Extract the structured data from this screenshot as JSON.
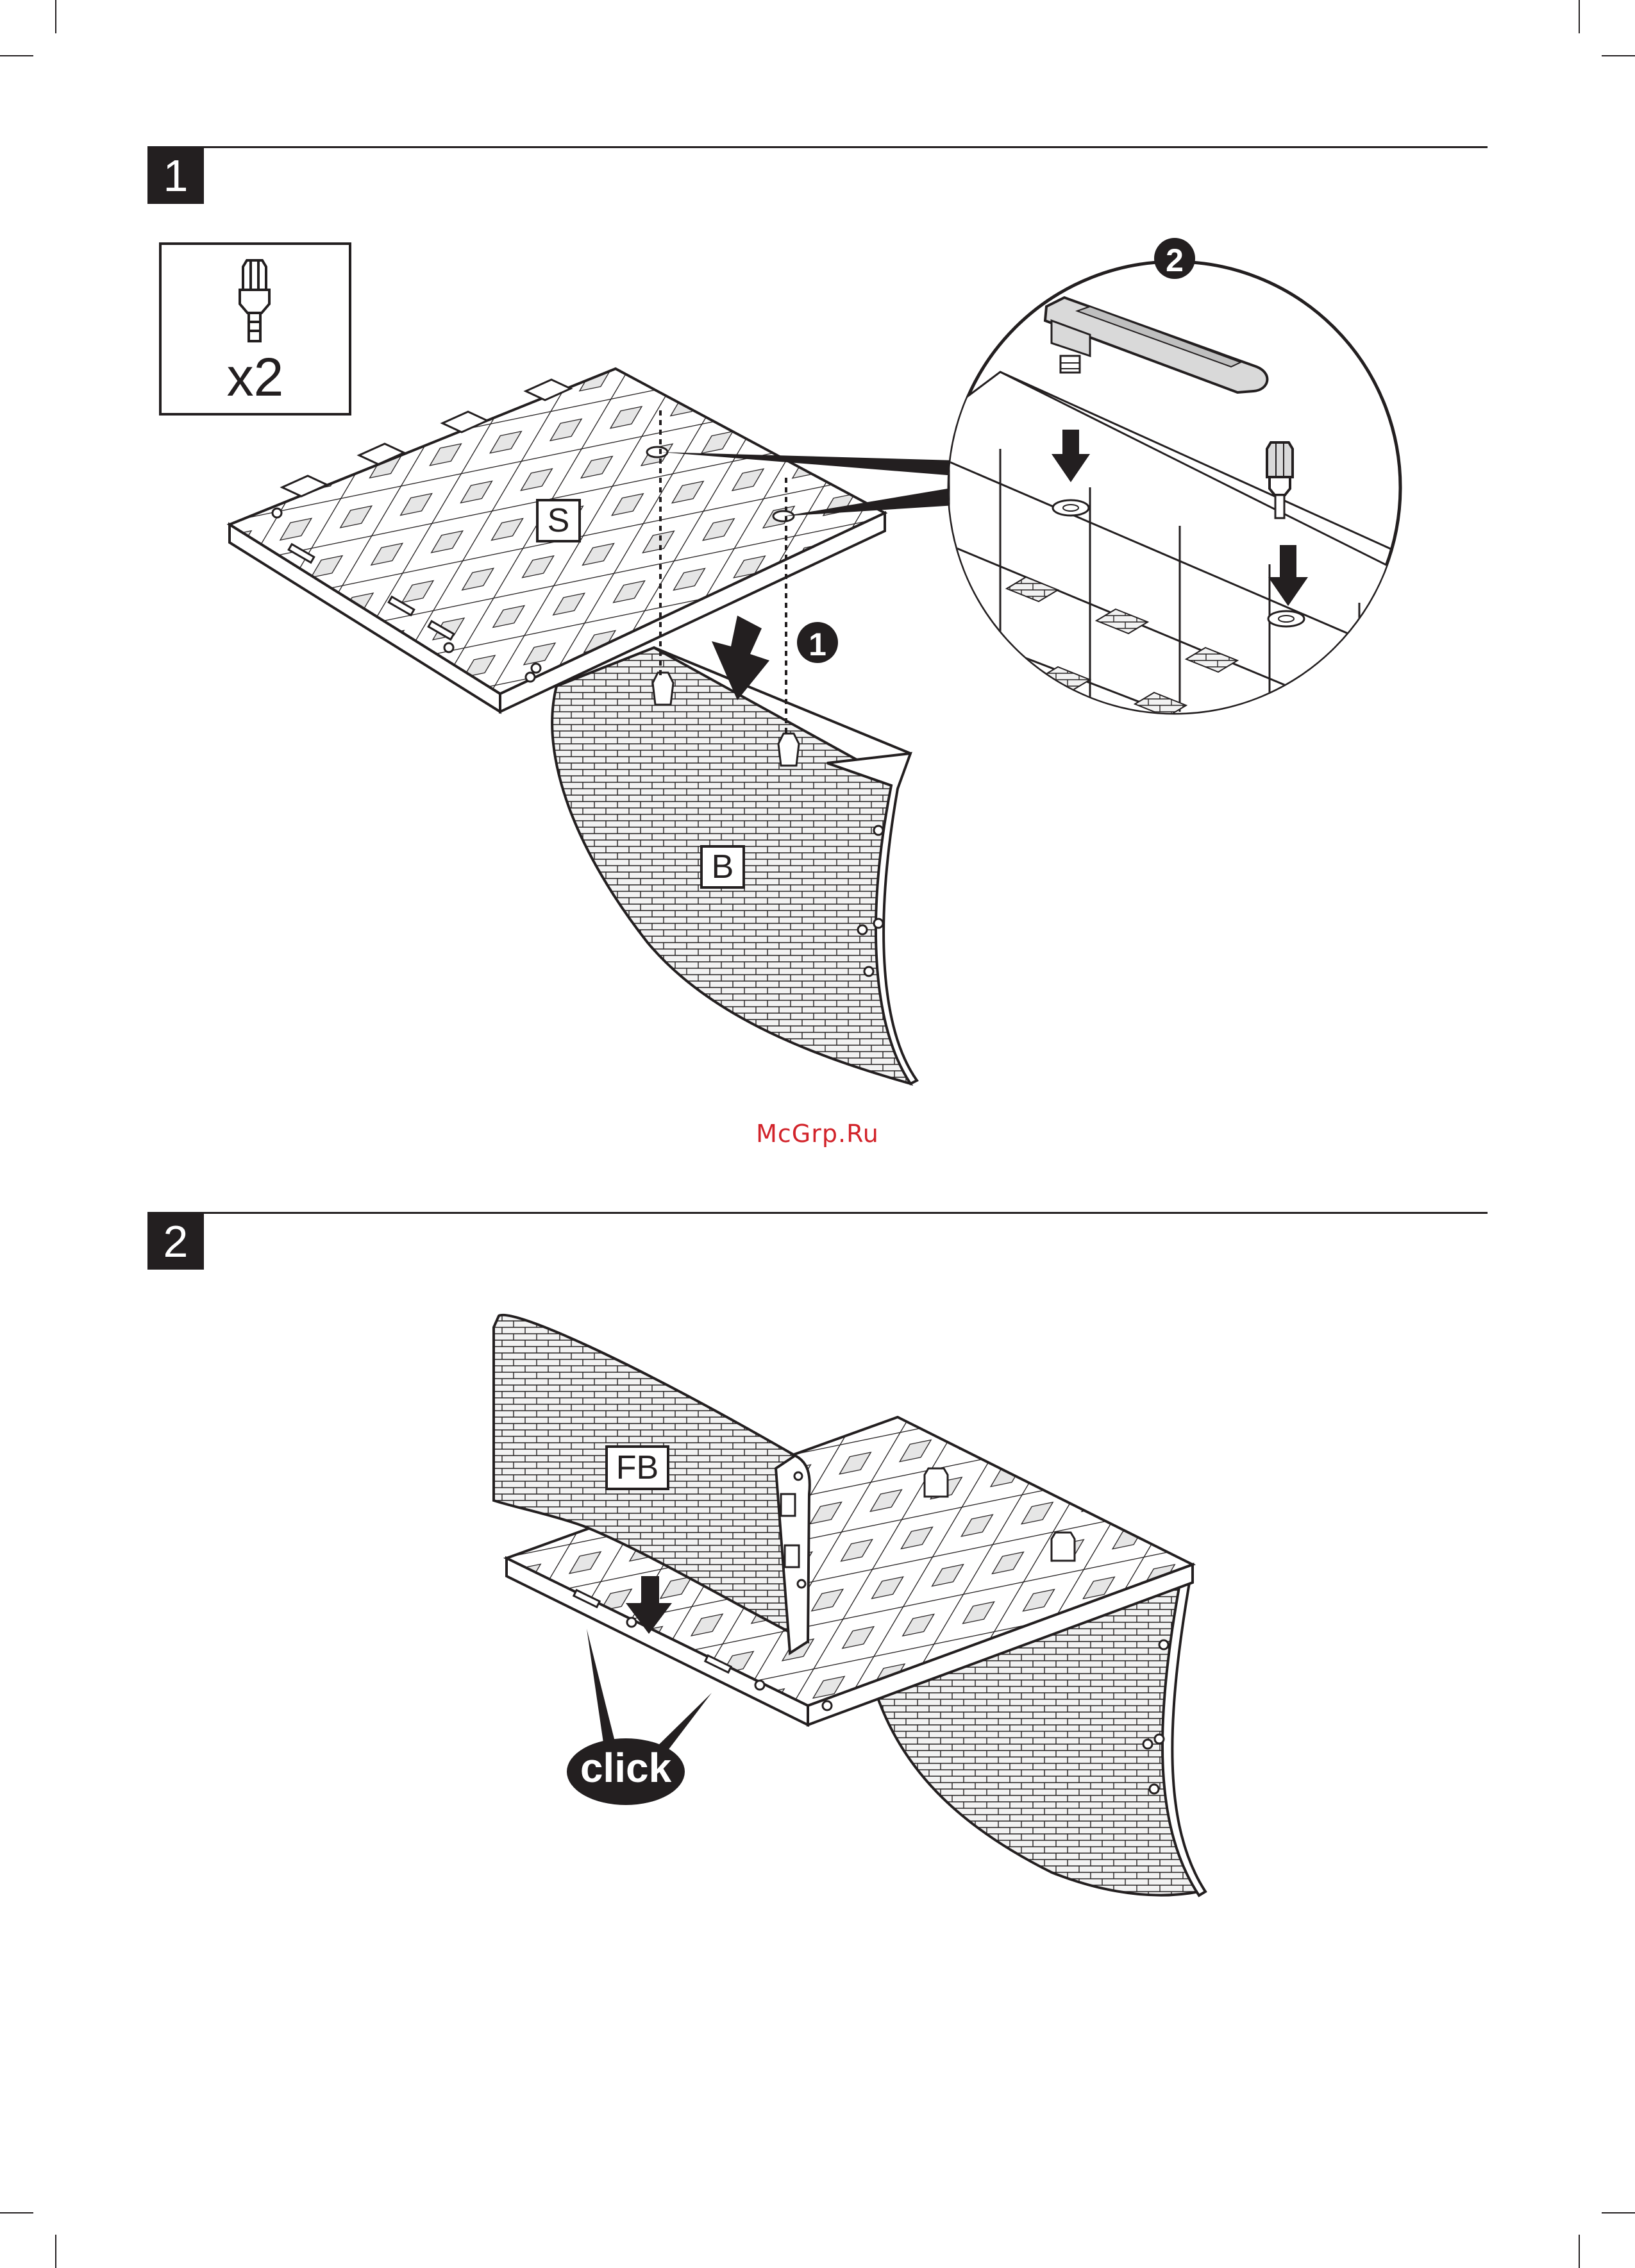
{
  "steps": [
    {
      "number": "1"
    },
    {
      "number": "2"
    }
  ],
  "step1": {
    "hardware_quantity": "x2",
    "substeps": [
      "❶",
      "❷"
    ],
    "parts": {
      "seat": "S",
      "back": "B"
    }
  },
  "step2": {
    "parts": {
      "front_back": "FB"
    },
    "callout": "click"
  },
  "watermark": "McGrp.Ru",
  "colors": {
    "ink": "#231f20",
    "watermark": "#d2232a",
    "hardware_grey": "#d9d9d9"
  }
}
